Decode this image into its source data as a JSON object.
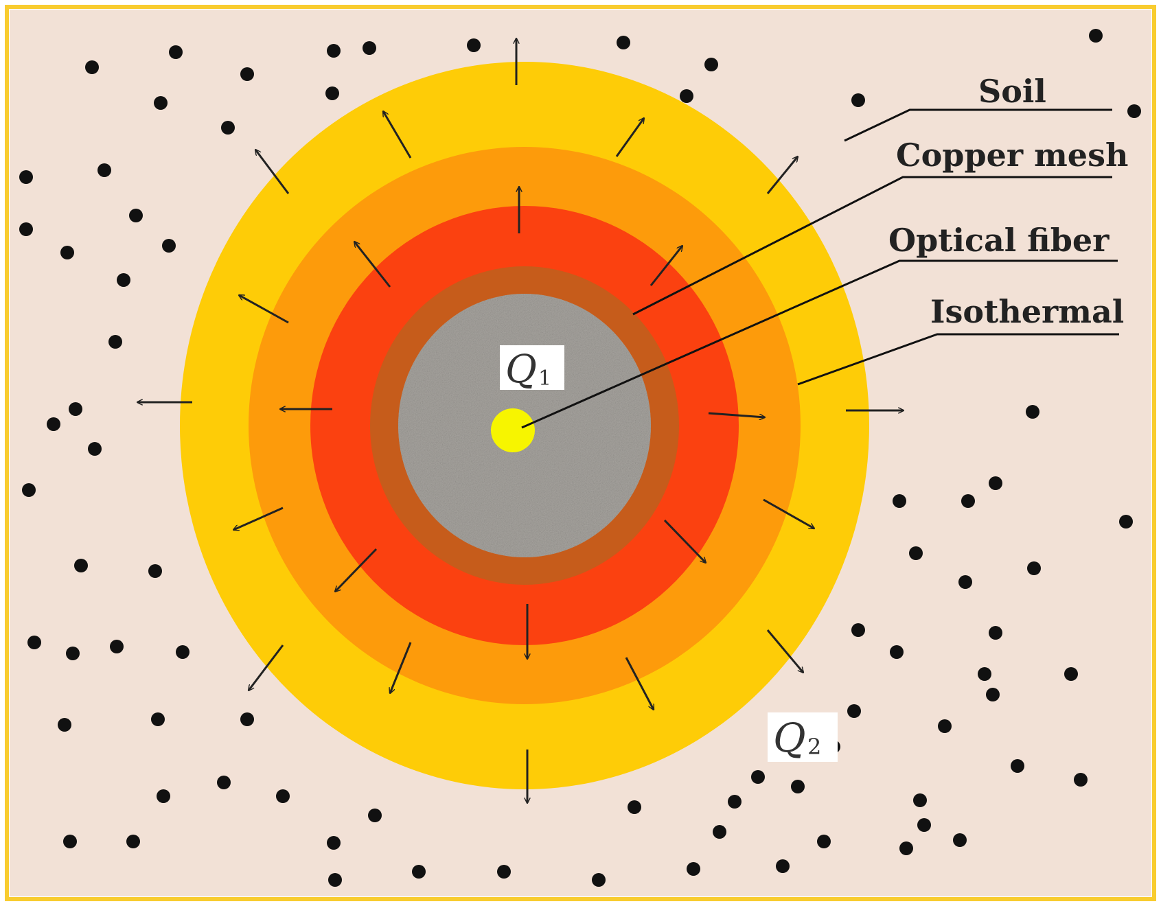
{
  "labels": {
    "soil": "Soil",
    "copper_mesh": "Copper mesh",
    "optical_fiber": "Optical fiber",
    "isothermal": "Isothermal"
  },
  "heat_labels": {
    "q1": {
      "symbol": "Q",
      "subscript": "1"
    },
    "q2": {
      "symbol": "Q",
      "subscript": "2"
    }
  },
  "colors": {
    "border": "#F8CC30",
    "soil_background": "#F2E1D6",
    "outer_isothermal": "#FECC07",
    "middle_isothermal": "#FD9B0B",
    "inner_isothermal": "#FB4110",
    "copper_mesh": "#C65C1B",
    "core_fill": "#A7A49F",
    "fiber_center": "#F7F500",
    "soil_particles": "#111111",
    "arrows": "#222222"
  }
}
